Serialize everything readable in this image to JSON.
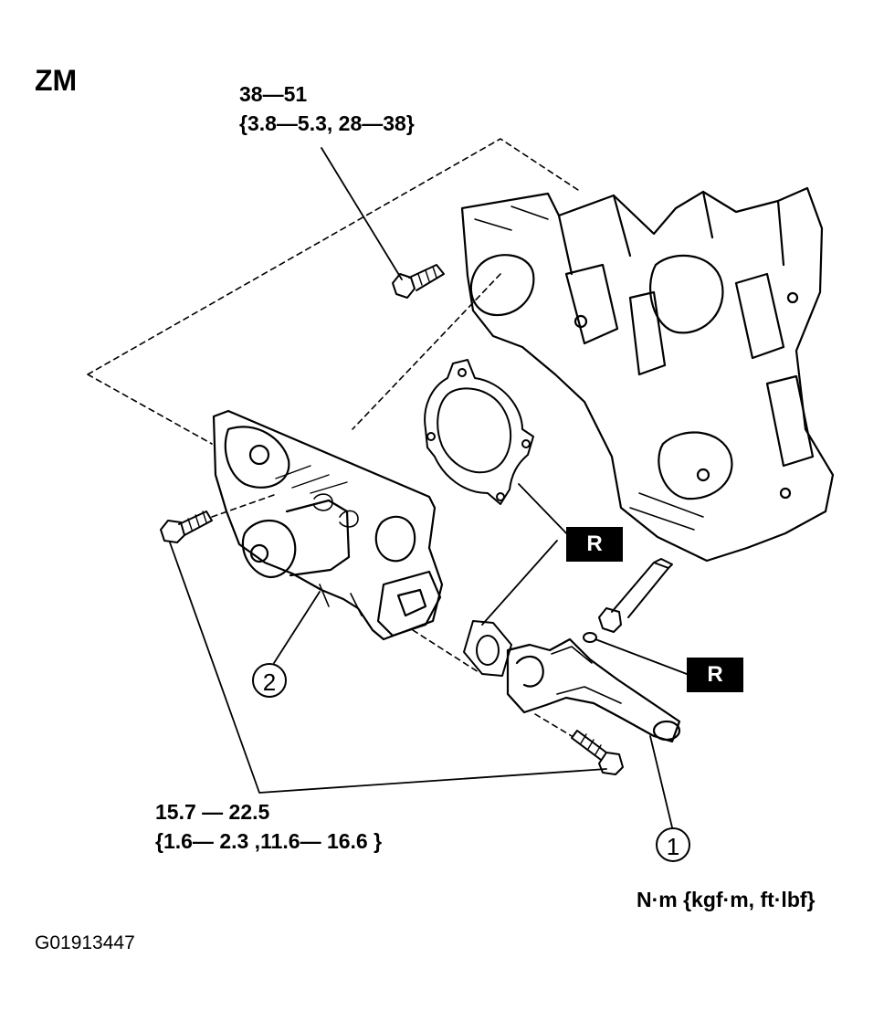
{
  "model_code": "ZM",
  "torque_top": {
    "line1": "38—51",
    "line2": "{3.8—5.3, 28—38}"
  },
  "torque_bottom": {
    "line1": "15.7 — 22.5",
    "line2": "{1.6— 2.3 ,11.6— 16.6 }"
  },
  "units_legend": "N·m {kgf·m, ft·lbf}",
  "figure_code": "G01913447",
  "replace_badges": [
    "R",
    "R"
  ],
  "callouts": {
    "water_inlet_pipe": "1",
    "water_pump": "2"
  }
}
